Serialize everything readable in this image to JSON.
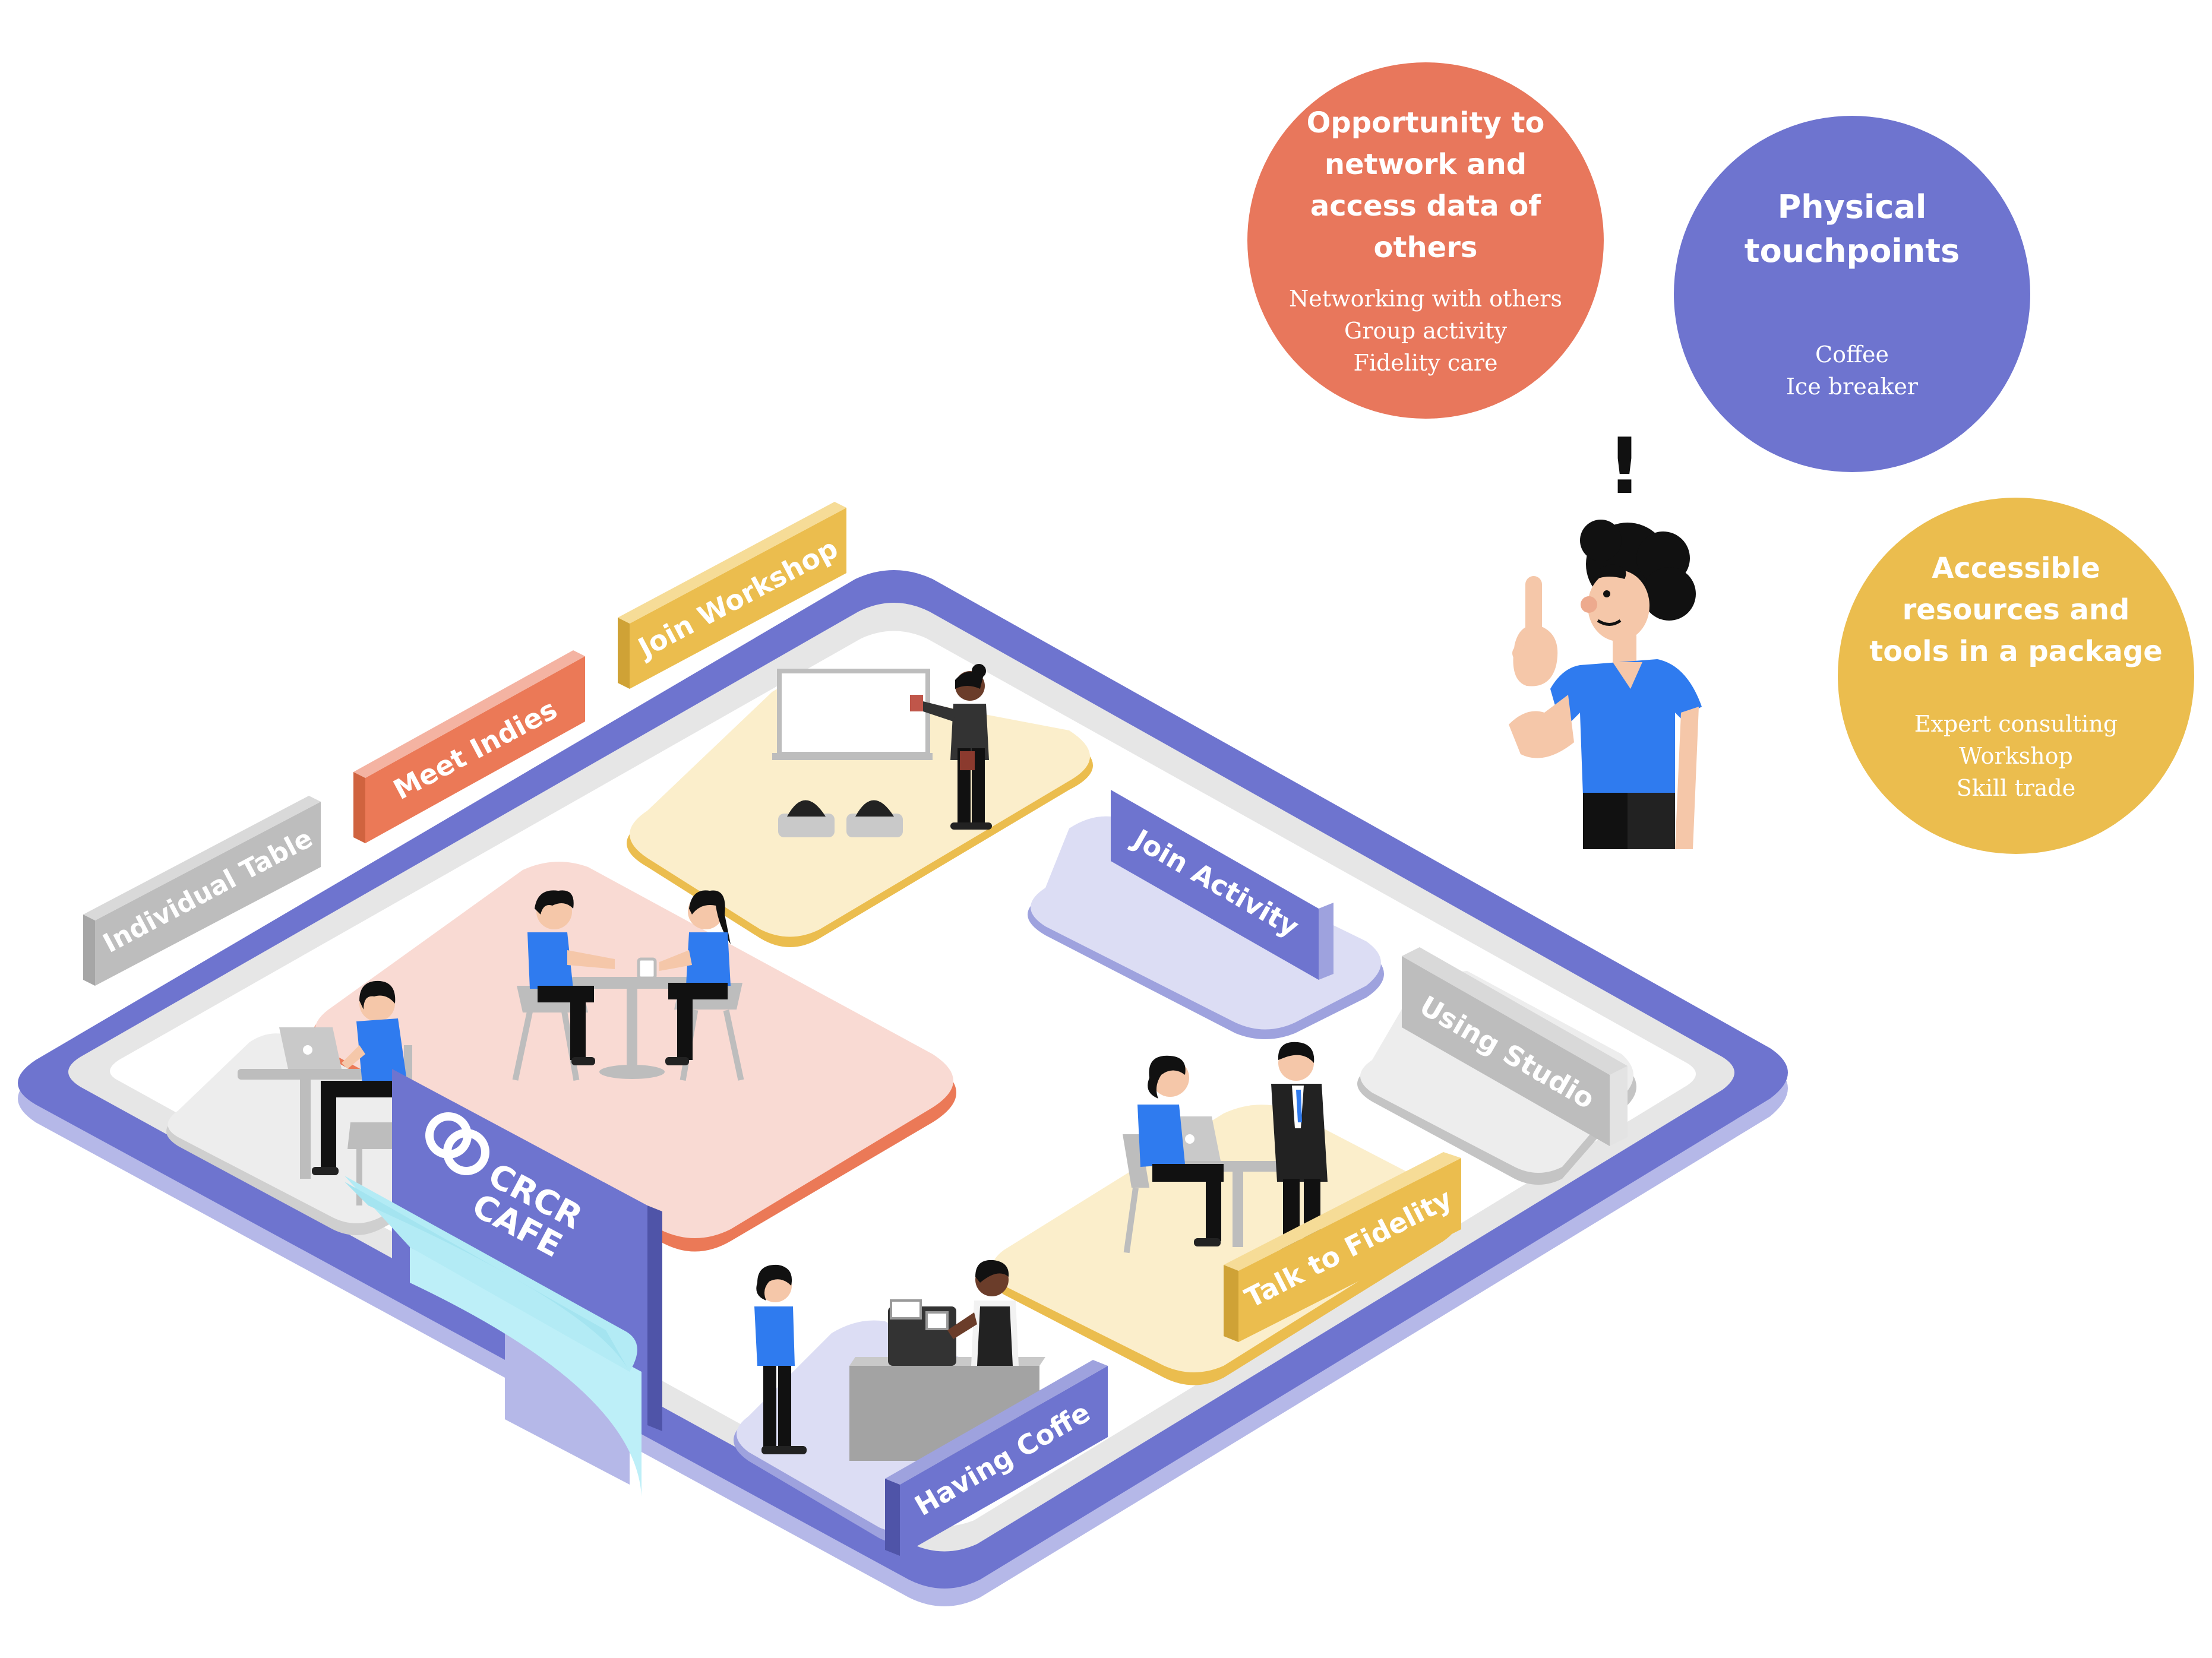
{
  "bubbles": [
    {
      "id": "network",
      "title_lines": [
        "Opportunity to",
        "network and",
        "access data of",
        "others"
      ],
      "items": [
        "Networking with others",
        "Group activity",
        "Fidelity care"
      ],
      "color": "#E8775C"
    },
    {
      "id": "physical",
      "title_lines": [
        "Physical",
        "touchpoints"
      ],
      "items": [
        "Coffee",
        "Ice breaker"
      ],
      "color": "#6E74CF"
    },
    {
      "id": "resources",
      "title_lines": [
        "Accessible",
        "resources and",
        "tools in a package"
      ],
      "items": [
        "Expert consulting",
        "Workshop",
        "Skill trade"
      ],
      "color": "#EBBD4E"
    }
  ],
  "signs": {
    "individual_table": "Individual Table",
    "meet_indies": "Meet Indies",
    "join_workshop": "Join Workshop",
    "join_activity": "Join Activity",
    "using_studio": "Using Studio",
    "talk_to_fidelity": "Talk to Fidelity",
    "having_coffe": "Having Coffe",
    "cafe_name_line1": "CRCR",
    "cafe_name_line2": "CAFE"
  },
  "exclamation": "!",
  "colors": {
    "track": "#6E74CF",
    "track_side": "#B5B8E8",
    "zone_pink": "#F9DAD3",
    "zone_yellow": "#FBEECB",
    "zone_lavender": "#DCDDF4",
    "zone_grey": "#EDEDED",
    "sign_grey": "#BDBDBD",
    "sign_orange": "#EB7957",
    "sign_yellow": "#EBBD4E",
    "sign_purple": "#6E74CF",
    "shirt_blue": "#2F7BEF",
    "skin": "#F5C7A9"
  }
}
